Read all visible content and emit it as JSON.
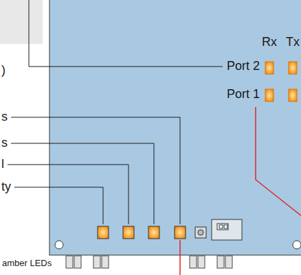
{
  "diagram": {
    "labels": [
      "Rx",
      "Tx",
      "Port 2",
      "Port 1",
      ")",
      "s",
      "s",
      "l",
      "ty",
      "amber LEDs"
    ]
  }
}
